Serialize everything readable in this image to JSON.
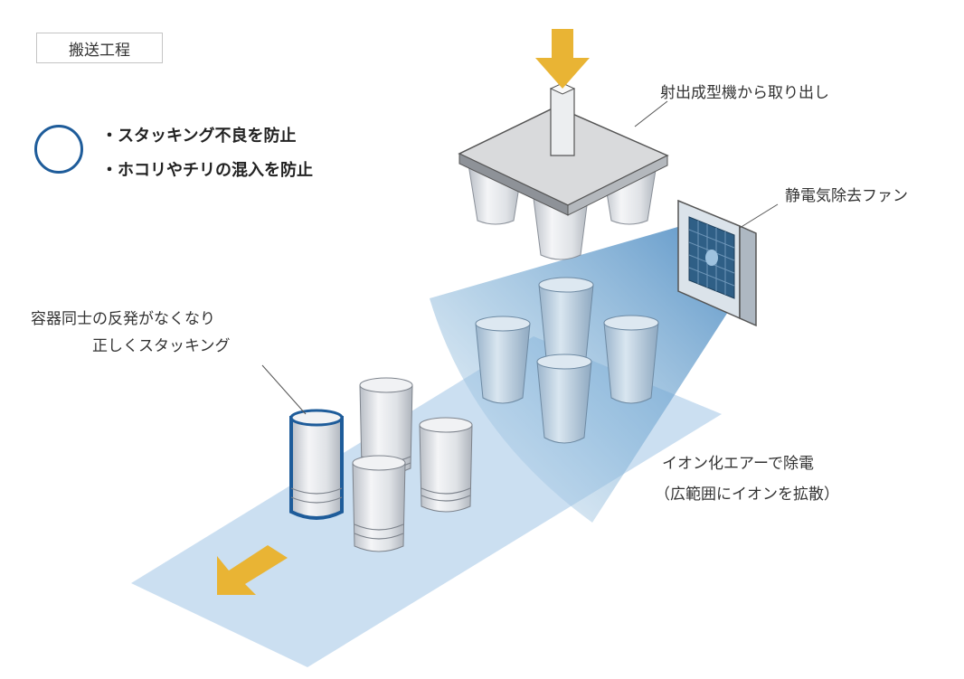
{
  "process_tag": "搬送工程",
  "legend": {
    "marker_color": "#1e5c9a",
    "items": [
      "・スタッキング不良を防止",
      "・ホコリやチリの混入を防止"
    ]
  },
  "labels": {
    "injection": "射出成型機から取り出し",
    "fan": "静電気除去ファン",
    "result_line1": "容器同士の反発がなくなり",
    "result_line2": "正しくスタッキング",
    "ion_line1": "イオン化エアーで除電",
    "ion_line2": "（広範囲にイオンを拡散）"
  },
  "colors": {
    "arrow": "#e9b434",
    "highlight": "#1e5c9a",
    "conveyor": "#c5dcef",
    "ion_beam": "#7fb0d6",
    "cup": "#e4e6e9",
    "plate": "#d9dadc"
  },
  "icons": [
    "down-arrow-icon",
    "conveyor-direction-arrow-icon",
    "fan-icon"
  ]
}
